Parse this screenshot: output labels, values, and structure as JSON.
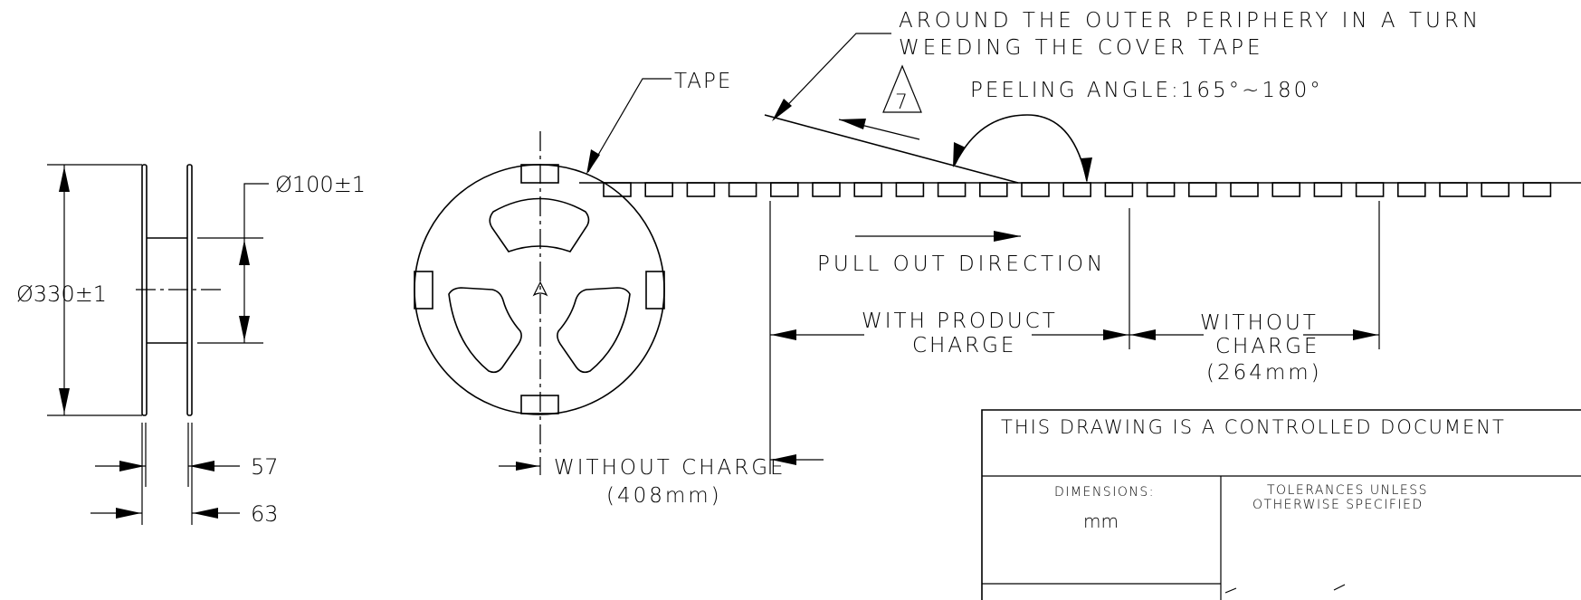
{
  "notes": {
    "line1": "AROUND THE OUTER PERIPHERY IN A TURN",
    "line2": "WEEDING THE COVER TAPE"
  },
  "labels": {
    "tape": "TAPE",
    "note_ref": "7",
    "peeling_angle": "PEELING ANGLE:165°~180°",
    "pull_out": "PULL OUT DIRECTION",
    "with_product_1": "WITH PRODUCT",
    "with_product_2": "CHARGE",
    "without_right_1": "WITHOUT",
    "without_right_2": "CHARGE",
    "without_right_3": "(264mm)",
    "without_left_1": "WITHOUT CHARGE",
    "without_left_2": "(408mm)"
  },
  "dimensions": {
    "hub_diameter": "Ø100±1",
    "reel_diameter": "Ø330±1",
    "width_inner": "57",
    "width_outer": "63"
  },
  "title_block": {
    "controlled": "THIS DRAWING IS A CONTROLLED DOCUMENT",
    "dimensions_label": "DIMENSIONS:",
    "dimensions_unit": "mm",
    "tolerances_1": "TOLERANCES UNLESS",
    "tolerances_2": "OTHERWISE SPECIFIED"
  }
}
